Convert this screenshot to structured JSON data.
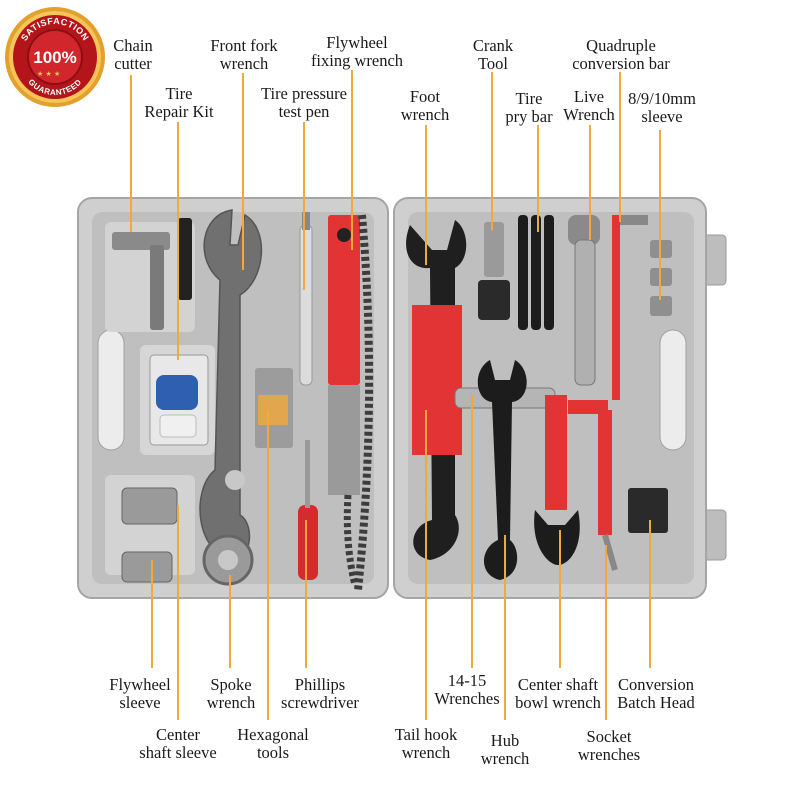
{
  "badge": {
    "top_text": "SATISFACTION",
    "center_text": "100%",
    "bottom_text": "GUARANTEED"
  },
  "labels": {
    "chain_cutter": [
      "Chain",
      "cutter"
    ],
    "tire_repair_kit": [
      "Tire",
      "Repair Kit"
    ],
    "front_fork_wrench": [
      "Front fork",
      "wrench"
    ],
    "tire_pressure_test_pen": [
      "Tire pressure",
      "test pen"
    ],
    "flywheel_fixing_wrench": [
      "Flywheel",
      "fixing wrench"
    ],
    "foot_wrench": [
      "Foot",
      "wrench"
    ],
    "crank_tool": [
      "Crank",
      "Tool"
    ],
    "tire_pry_bar": [
      "Tire",
      "pry bar"
    ],
    "live_wrench": [
      "Live",
      "Wrench"
    ],
    "quadruple_conversion_bar": [
      "Quadruple",
      "conversion bar"
    ],
    "sleeve_8_9_10mm": [
      "8/9/10mm",
      "sleeve"
    ],
    "flywheel_sleeve": [
      "Flywheel",
      "sleeve"
    ],
    "center_shaft_sleeve": [
      "Center",
      "shaft sleeve"
    ],
    "spoke_wrench": [
      "Spoke",
      "wrench"
    ],
    "hexagonal_tools": [
      "Hexagonal",
      "tools"
    ],
    "phillips_screwdriver": [
      "Phillips",
      "screwdriver"
    ],
    "wrenches_14_15": [
      "14-15",
      "Wrenches"
    ],
    "tail_hook_wrench": [
      "Tail hook",
      "wrench"
    ],
    "hub_wrench": [
      "Hub",
      "wrench"
    ],
    "center_shaft_bowl_wrench": [
      "Center shaft",
      "bowl wrench"
    ],
    "socket_wrenches": [
      "Socket",
      "wrenches"
    ],
    "conversion_batch_head": [
      "Conversion",
      "Batch Head"
    ]
  },
  "colors": {
    "case": "#c9c9c9",
    "case_dark": "#a9a9a9",
    "tool_metal": "#6e6e6e",
    "tool_black": "#1c1c1c",
    "red": "#e23434",
    "leader_line": "#f2a93b",
    "badge_red": "#b3151b",
    "badge_gold": "#e1a12c"
  }
}
